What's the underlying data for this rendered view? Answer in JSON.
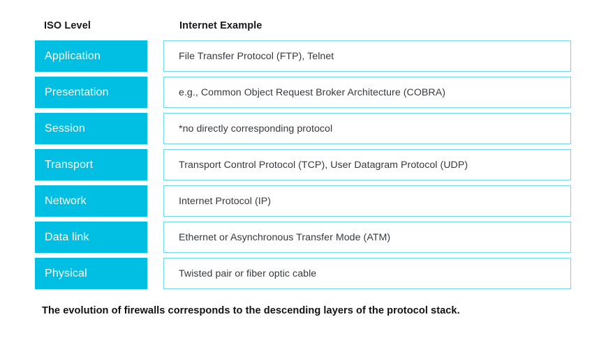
{
  "header": {
    "iso_level": "ISO Level",
    "internet_example": "Internet Example"
  },
  "colors": {
    "chip_fill": "#00bfe3",
    "chip_text": "#ffffff",
    "box_border": "#6fd7f0",
    "box_fill": "#ffffff",
    "body_text": "#35393d",
    "heading_text": "#16181c",
    "background": "#ffffff"
  },
  "rows": [
    {
      "level": "Application",
      "example": "File Transfer Protocol (FTP), Telnet"
    },
    {
      "level": "Presentation",
      "example": "e.g., Common Object Request Broker Architecture (COBRA)"
    },
    {
      "level": "Session",
      "example": "*no directly corresponding protocol"
    },
    {
      "level": "Transport",
      "example": "Transport Control Protocol (TCP), User Datagram Protocol (UDP)"
    },
    {
      "level": "Network",
      "example": "Internet Protocol (IP)"
    },
    {
      "level": "Data link",
      "example": "Ethernet or Asynchronous Transfer Mode (ATM)"
    },
    {
      "level": "Physical",
      "example": "Twisted pair or fiber optic cable"
    }
  ],
  "caption": "The evolution of firewalls corresponds to the descending layers of the protocol stack."
}
